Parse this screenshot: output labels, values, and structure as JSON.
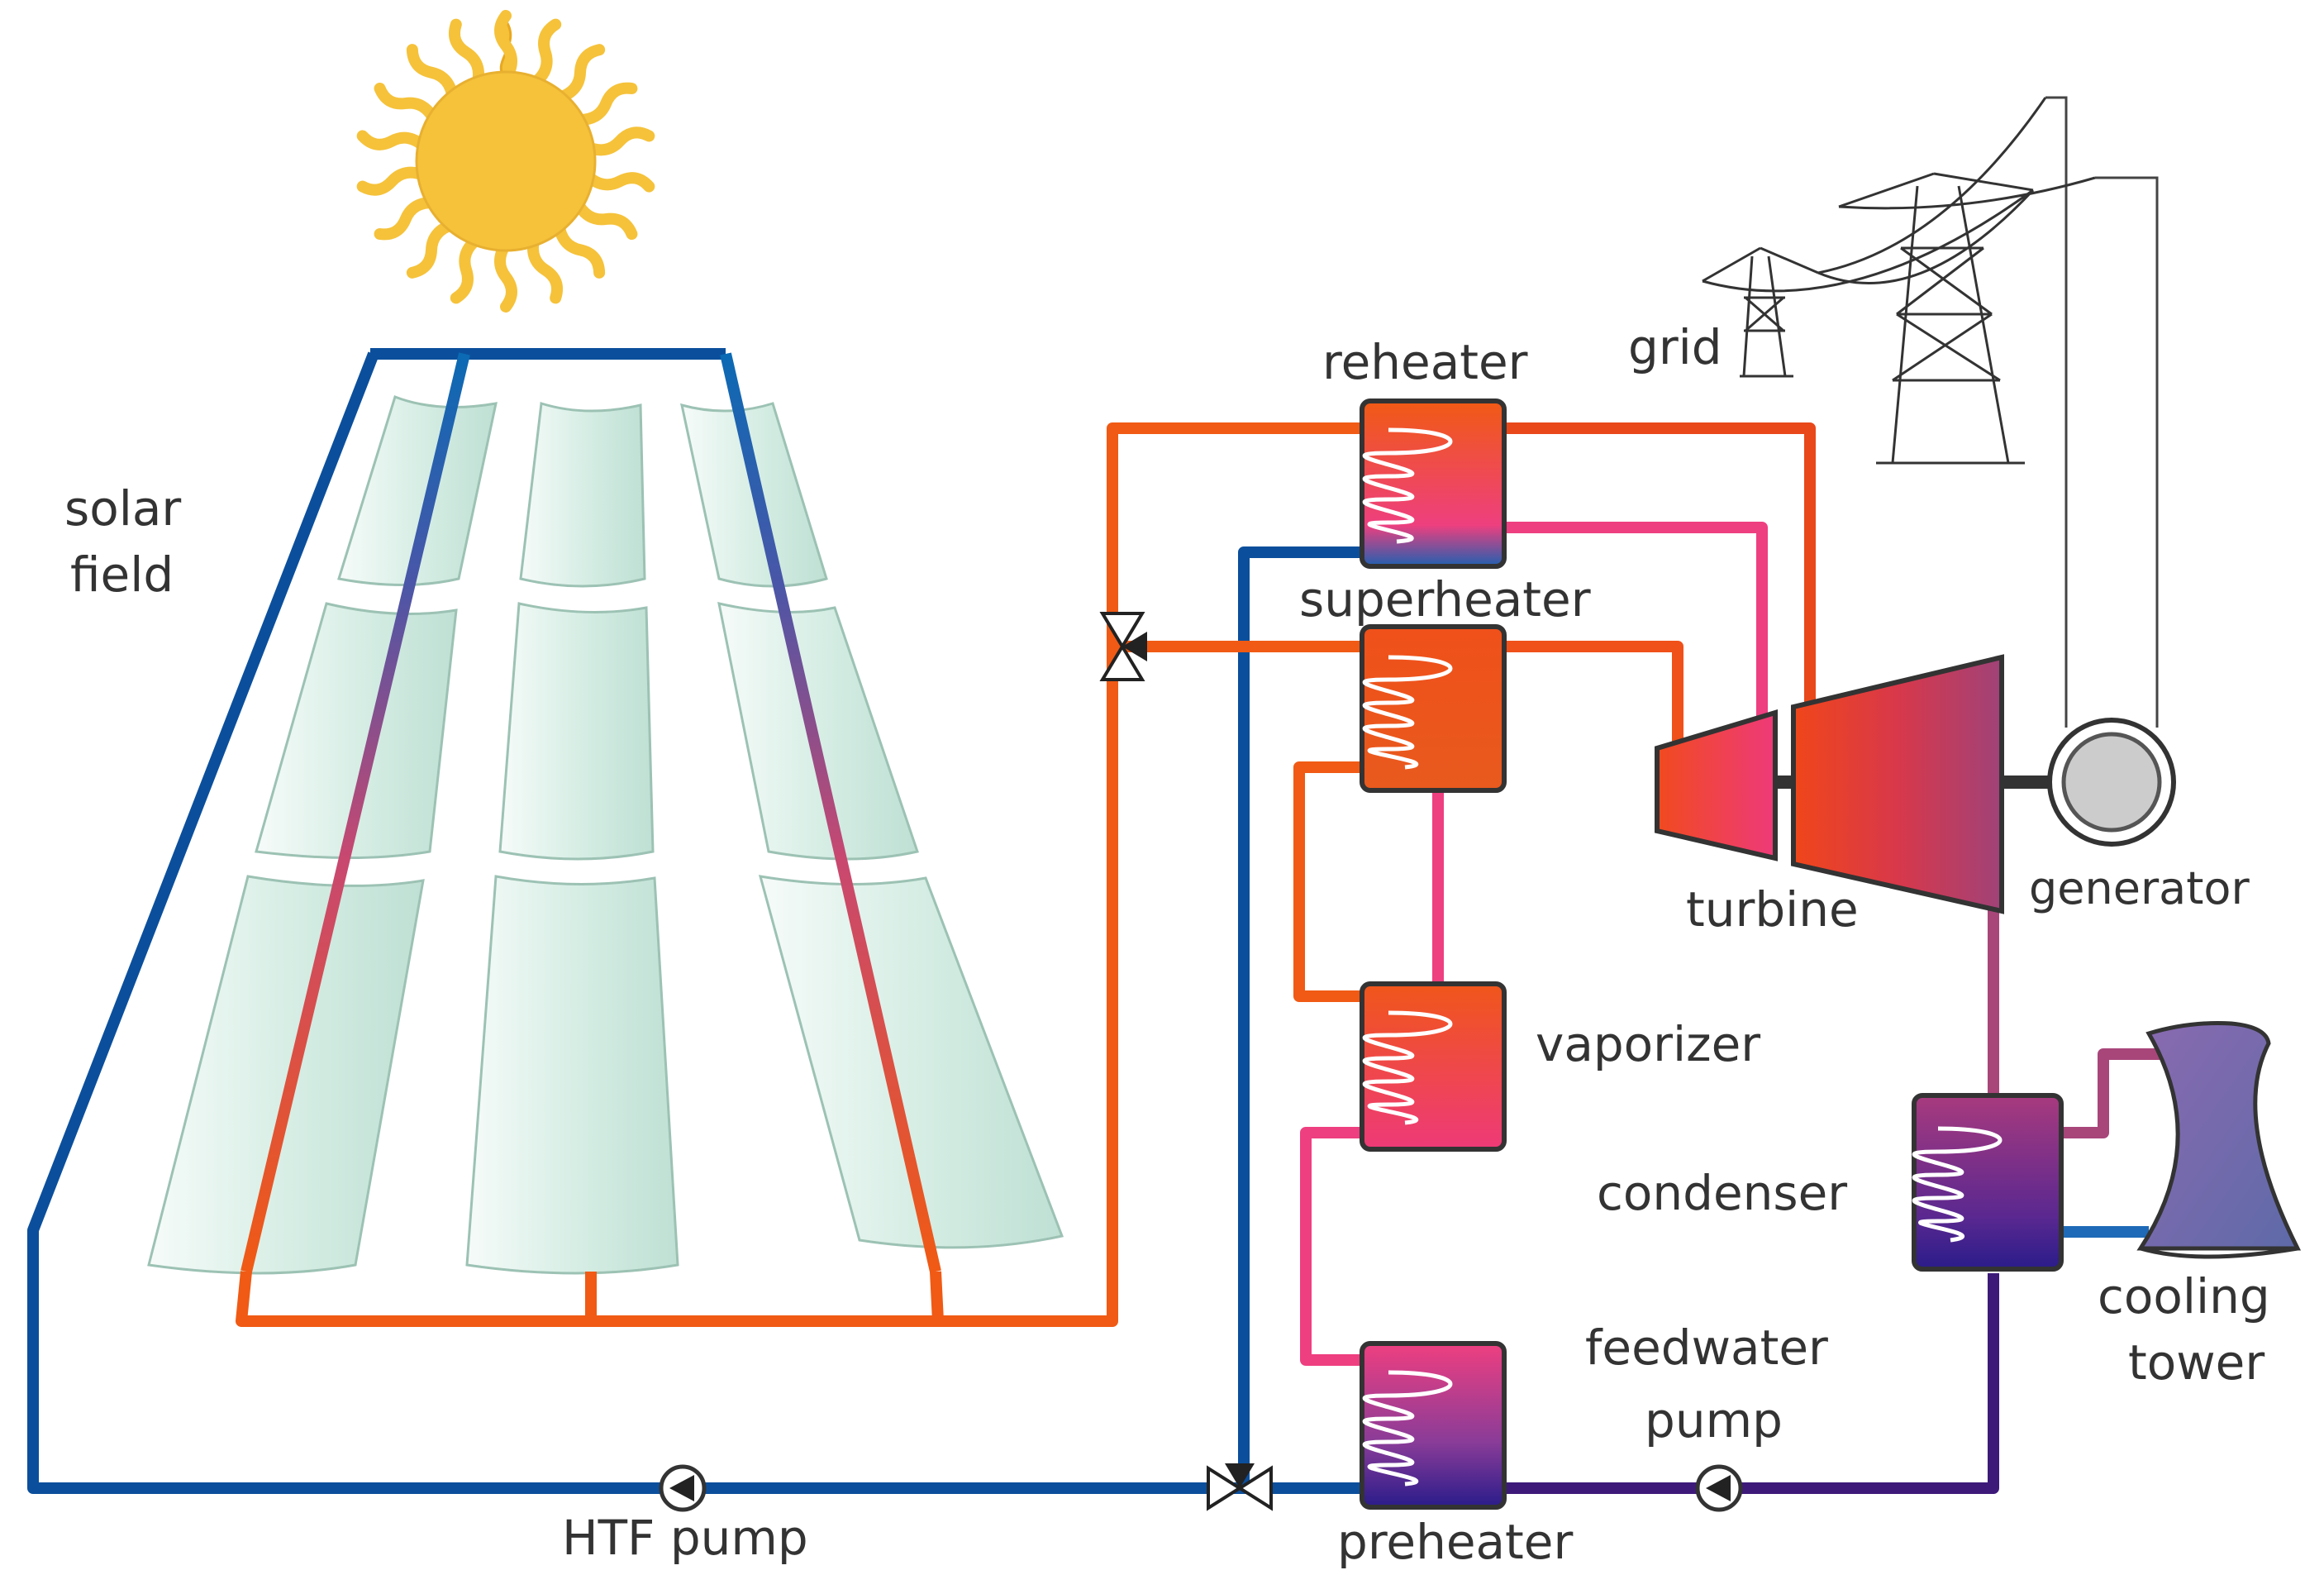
{
  "labels": {
    "solar_field_line1": "solar",
    "solar_field_line2": "field",
    "reheater": "reheater",
    "superheater": "superheater",
    "vaporizer": "vaporizer",
    "preheater": "preheater",
    "turbine": "turbine",
    "generator": "generator",
    "grid": "grid",
    "condenser": "condenser",
    "cooling_tower_line1": "cooling",
    "cooling_tower_line2": "tower",
    "feedwater_pump_line1": "feedwater",
    "feedwater_pump_line2": "pump",
    "htf_pump": "HTF pump"
  },
  "colors": {
    "cold_htf": "#0b4f9c",
    "hot_htf": "#f05a14",
    "steam_pink": "#ec3f80",
    "water_purple": "#3d1a7a",
    "mirror": "#d9efe7",
    "sun": "#f5c23a",
    "tower_blue": "#6a78b0"
  },
  "icons": [
    "sun-icon",
    "transmission-tower-icon",
    "pump-icon",
    "valve-icon",
    "heat-exchanger-icon",
    "cooling-tower-icon"
  ]
}
